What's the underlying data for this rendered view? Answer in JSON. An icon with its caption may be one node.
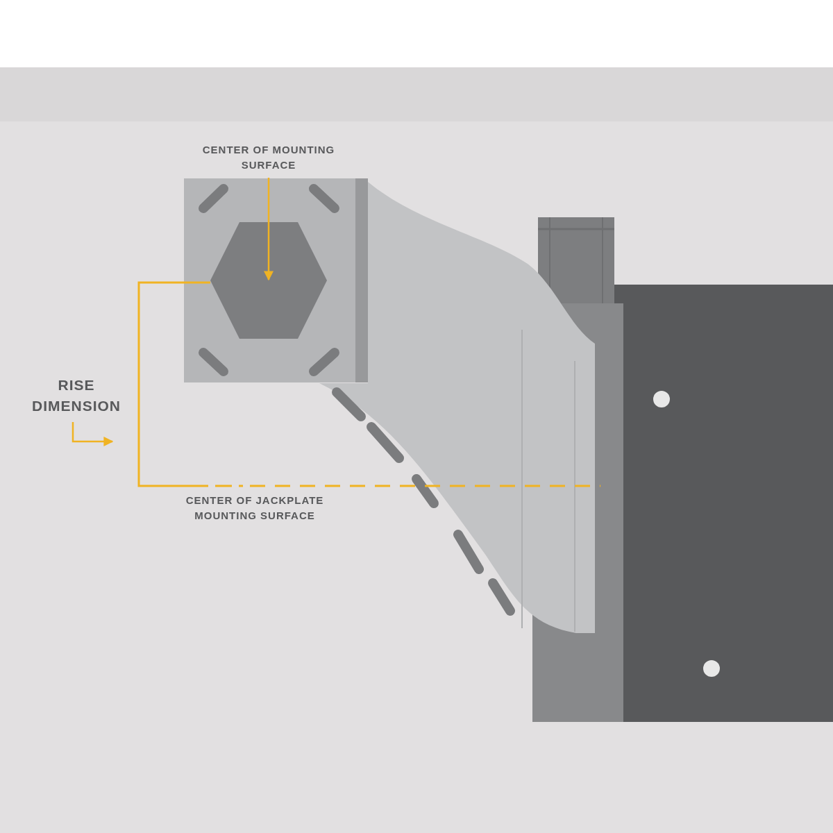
{
  "diagram": {
    "nodes": [
      {
        "text": [
          "CENTER OF MOUNTING SURFACE"
        ]
      },
      {
        "text": [],
        "shape": "hexagon"
      },
      {
        "text": [
          "RISE DIMENSION"
        ]
      }
    ],
    "edges": [
      {
        "from": 0,
        "to": 1,
        "arrow": "to"
      },
      {
        "from": 2,
        "to": null,
        "arrow": "to"
      }
    ],
    "labels": [
      "CENTER OF JACKPLATE MOUNTING SURFACE"
    ]
  }
}
